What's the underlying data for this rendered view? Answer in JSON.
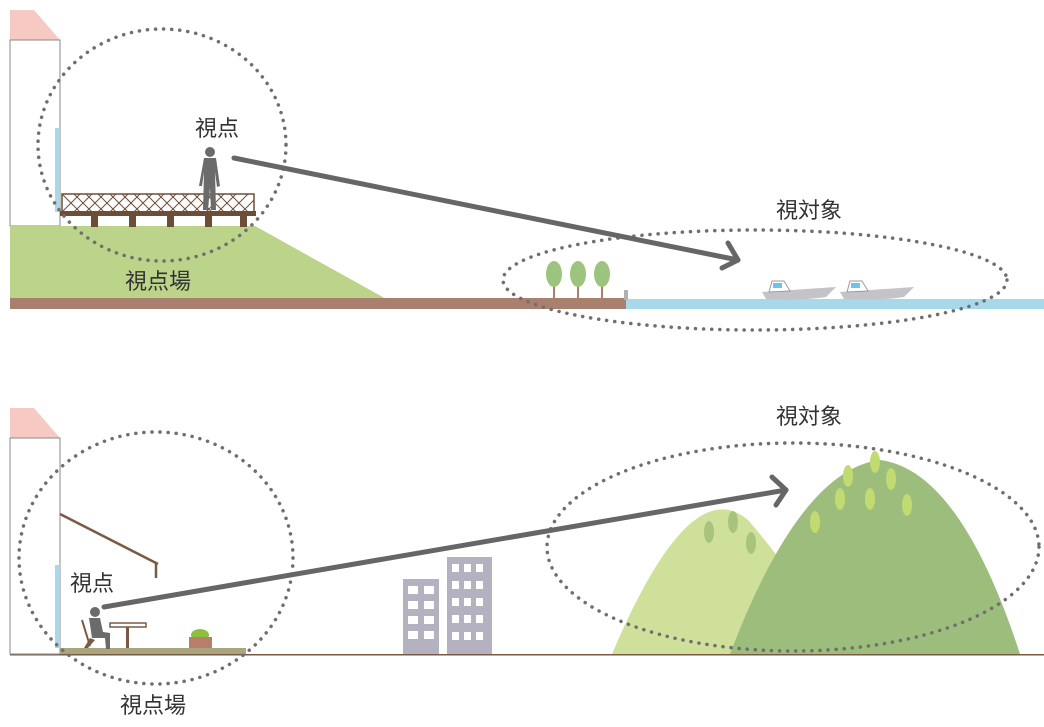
{
  "scene_top": {
    "viewpoint_label": "視点",
    "viewpoint_area_label": "視点場",
    "view_target_label": "視対象"
  },
  "scene_bottom": {
    "viewpoint_label": "視点",
    "viewpoint_area_label": "視点場",
    "view_target_label": "視対象"
  },
  "colors": {
    "grass": "#bcd38a",
    "soil": "#a8806d",
    "water": "#a9d8ea",
    "wood": "#6e4d37",
    "person": "#6b6b6b",
    "arrow": "#666666",
    "dots": "#6f6f6f",
    "roof": "#f7c9c3",
    "hill_light": "#cfe09a",
    "hill_dark": "#9dbd7d",
    "building": "#b4b1c0"
  }
}
